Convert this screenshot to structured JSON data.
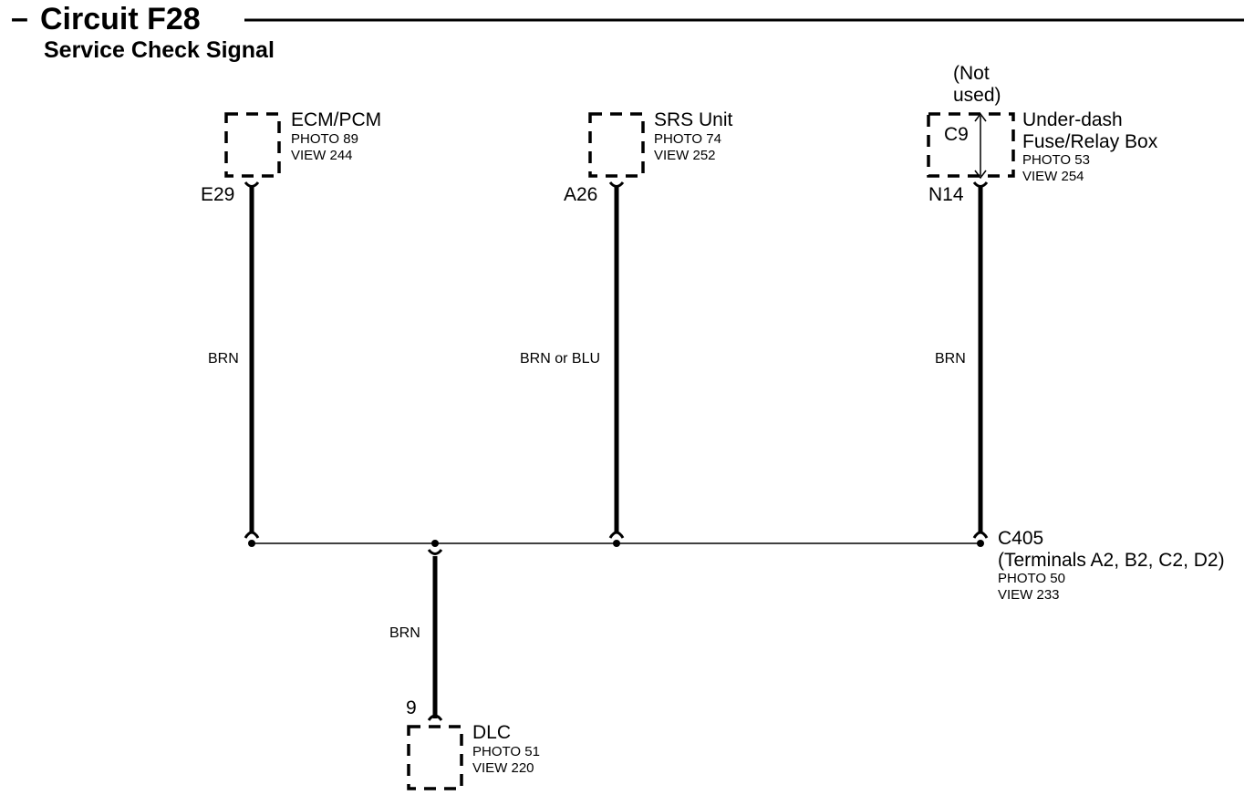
{
  "header": {
    "dash": "–",
    "title": "Circuit F28",
    "subtitle": "Service Check Signal"
  },
  "components": {
    "ecm": {
      "name": "ECM/PCM",
      "photo": "PHOTO 89",
      "view": "VIEW 244",
      "pin": "E29"
    },
    "srs": {
      "name": "SRS Unit",
      "photo": "PHOTO 74",
      "view": "VIEW 252",
      "pin": "A26"
    },
    "fuse_box": {
      "name_line1": "Under-dash",
      "name_line2": "Fuse/Relay Box",
      "photo": "PHOTO 53",
      "view": "VIEW 254",
      "pin": "N14",
      "internal": "C9",
      "note_line1": "(Not",
      "note_line2": "used)"
    },
    "dlc": {
      "name": "DLC",
      "photo": "PHOTO 51",
      "view": "VIEW 220",
      "pin": "9"
    }
  },
  "connector": {
    "name": "C405",
    "terminals": "(Terminals A2, B2, C2, D2)",
    "photo": "PHOTO 50",
    "view": "VIEW 233"
  },
  "wires": {
    "ecm": "BRN",
    "srs": "BRN or BLU",
    "fuse_box": "BRN",
    "dlc": "BRN"
  }
}
